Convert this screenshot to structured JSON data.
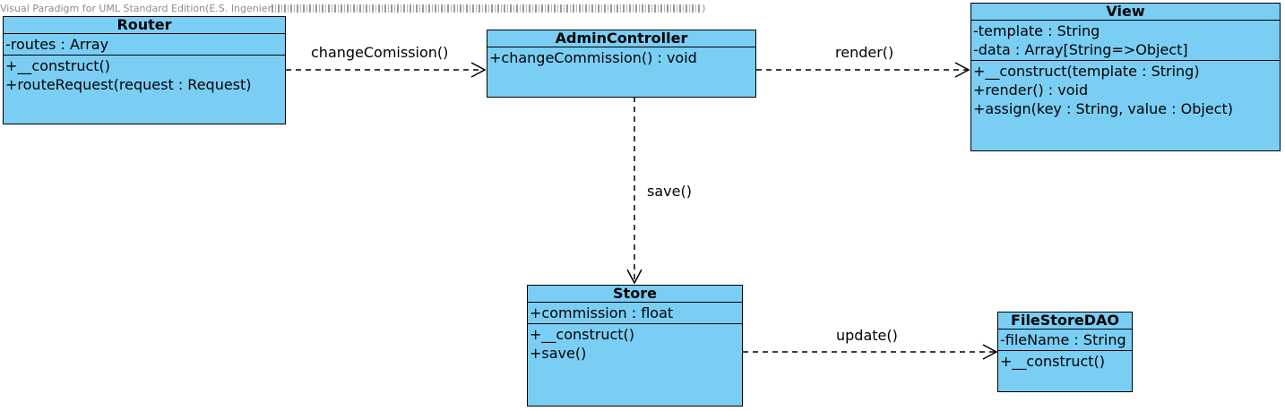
{
  "watermark": "Visual Paradigm for UML Standard Edition(E.S. Ingenier",
  "watermark_tail": ")",
  "classes": {
    "router": {
      "name": "Router",
      "attributes": [
        "-routes : Array"
      ],
      "operations": [
        "+__construct()",
        "+routeRequest(request : Request)"
      ]
    },
    "admin": {
      "name": "AdminController",
      "operations": [
        "+changeCommission() : void"
      ]
    },
    "view": {
      "name": "View",
      "attributes": [
        "-template : String",
        "-data : Array[String=>Object]"
      ],
      "operations": [
        "+__construct(template : String)",
        "+render() : void",
        "+assign(key : String, value : Object)"
      ]
    },
    "store": {
      "name": "Store",
      "attributes": [
        "+commission : float"
      ],
      "operations": [
        "+__construct()",
        "+save()"
      ]
    },
    "dao": {
      "name": "FileStoreDAO",
      "attributes": [
        "-fileName : String"
      ],
      "operations": [
        "+__construct()"
      ]
    }
  },
  "dependencies": {
    "router_admin": "changeComission()",
    "admin_view": "render()",
    "admin_store": "save()",
    "store_dao": "update()"
  },
  "colors": {
    "class_fill": "#7acef4",
    "stroke": "#000000"
  }
}
